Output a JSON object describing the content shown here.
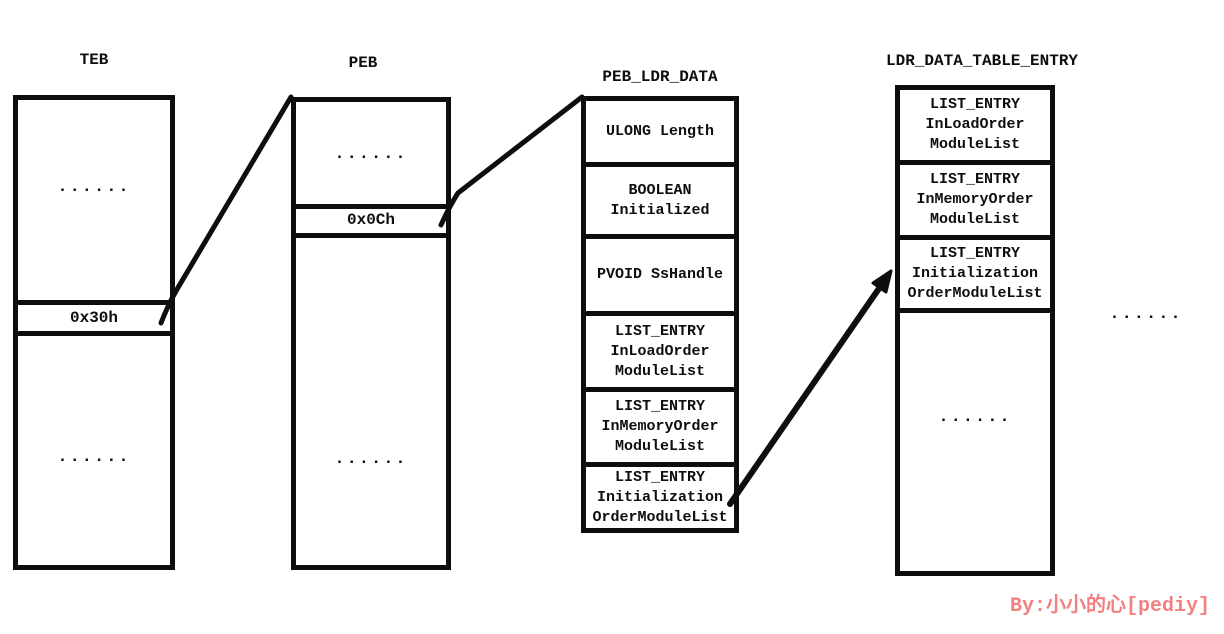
{
  "colors": {
    "background": "#ffffff",
    "ink": "#0e0e0e",
    "accent_red": "#f28080"
  },
  "credit": "By:小小的心[pediy]",
  "teb": {
    "title": "TEB",
    "dots_top": "......",
    "offset_label": "0x30h",
    "dots_bottom": "......"
  },
  "peb": {
    "title": "PEB",
    "dots_top": "......",
    "offset_label": "0x0Ch",
    "dots_bottom": "......"
  },
  "peb_ldr_data": {
    "title": "PEB_LDR_DATA",
    "rows": [
      {
        "label": "ULONG Length"
      },
      {
        "label": "BOOLEAN\nInitialized"
      },
      {
        "label": "PVOID SsHandle"
      },
      {
        "label": "LIST_ENTRY\nInLoadOrder\nModuleList"
      },
      {
        "label": "LIST_ENTRY\nInMemoryOrder\nModuleList"
      },
      {
        "label": "LIST_ENTRY\nInitialization\nOrderModuleList"
      }
    ]
  },
  "ldr_data_table_entry": {
    "title": "LDR_DATA_TABLE_ENTRY",
    "rows": [
      {
        "label": "LIST_ENTRY\nInLoadOrder\nModuleList"
      },
      {
        "label": "LIST_ENTRY\nInMemoryOrder\nModuleList"
      },
      {
        "label": "LIST_ENTRY\nInitialization\nOrderModuleList"
      }
    ],
    "dots": "......"
  },
  "side_dots": "......",
  "connections": [
    {
      "from": "TEB offset 0x30h",
      "to": "PEB"
    },
    {
      "from": "PEB offset 0x0Ch",
      "to": "PEB_LDR_DATA"
    },
    {
      "from": "PEB_LDR_DATA InitializationOrderModuleList",
      "to": "LDR_DATA_TABLE_ENTRY InitializationOrderModuleList"
    }
  ]
}
